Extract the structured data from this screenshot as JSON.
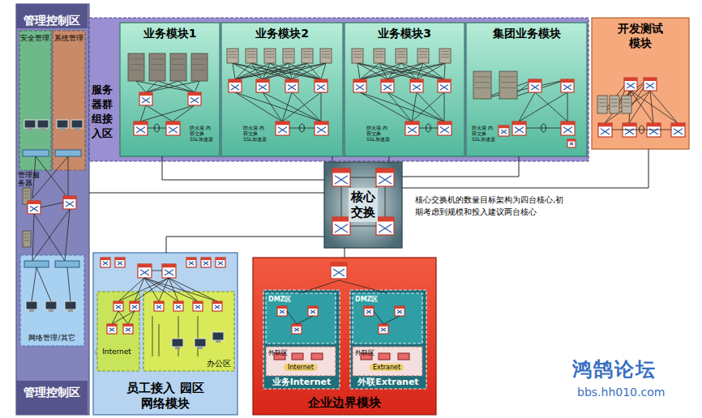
{
  "diagram": {
    "nodes": [
      {
        "text": [
          "管理控制区",
          "管理控制区"
        ]
      },
      {
        "text": [
          "安全管理"
        ],
        "in": 0
      },
      {
        "text": [
          "系统管理"
        ],
        "in": 0
      },
      {
        "text": [
          "网络管理/其它"
        ],
        "in": 0
      },
      {
        "text": [
          "服务器群组接入区"
        ]
      },
      {
        "text": [
          "业务模块1"
        ],
        "in": 4
      },
      {
        "text": [
          "业务模块2"
        ],
        "in": 4
      },
      {
        "text": [
          "业务模块3"
        ],
        "in": 4
      },
      {
        "text": [
          "集团业务模块"
        ],
        "in": 4
      },
      {
        "text": [
          "开发测试模块"
        ]
      },
      {
        "text": [
          "核心交换"
        ]
      },
      {
        "text": [
          "员工接入 园区网络模块"
        ]
      },
      {
        "text": [
          "Internet"
        ],
        "in": 11
      },
      {
        "text": [
          "办公区"
        ],
        "in": 11
      },
      {
        "text": [
          "企业边界模块"
        ]
      },
      {
        "text": [
          "业务Internet"
        ],
        "in": 14
      },
      {
        "text": [
          "DMZ区"
        ],
        "in": 15
      },
      {
        "text": [
          "外联区"
        ],
        "in": 15
      },
      {
        "text": [
          "外联Extranet"
        ],
        "in": 14
      },
      {
        "text": [
          "DMZ区"
        ],
        "in": 18
      },
      {
        "text": [
          "外联区"
        ],
        "in": 18
      }
    ],
    "edges": [
      {
        "from": 0,
        "to": 10,
        "arrow": "none"
      },
      {
        "from": 5,
        "to": 10,
        "arrow": "none"
      },
      {
        "from": 6,
        "to": 10,
        "arrow": "none"
      },
      {
        "from": 7,
        "to": 10,
        "arrow": "none"
      },
      {
        "from": 8,
        "to": 10,
        "arrow": "none"
      },
      {
        "from": 9,
        "to": 10,
        "arrow": "none"
      },
      {
        "from": 11,
        "to": 10,
        "arrow": "none"
      },
      {
        "from": 14,
        "to": 10,
        "arrow": "none"
      }
    ],
    "labels": [
      "防火墙 内容交换 SSL加速器",
      "防火墙 内容交换 SSL加速器",
      "防火墙 内容交换 SSL加速器",
      "防火墙 内容交换 SSL加速器",
      "核心交换机的数量目标架构为四台核心,初期考虑到规模和投入建议两台核心",
      "管理服务器",
      "Internet",
      "Extranet",
      "鸿鹄论坛",
      "bbs.hh010.com"
    ]
  }
}
